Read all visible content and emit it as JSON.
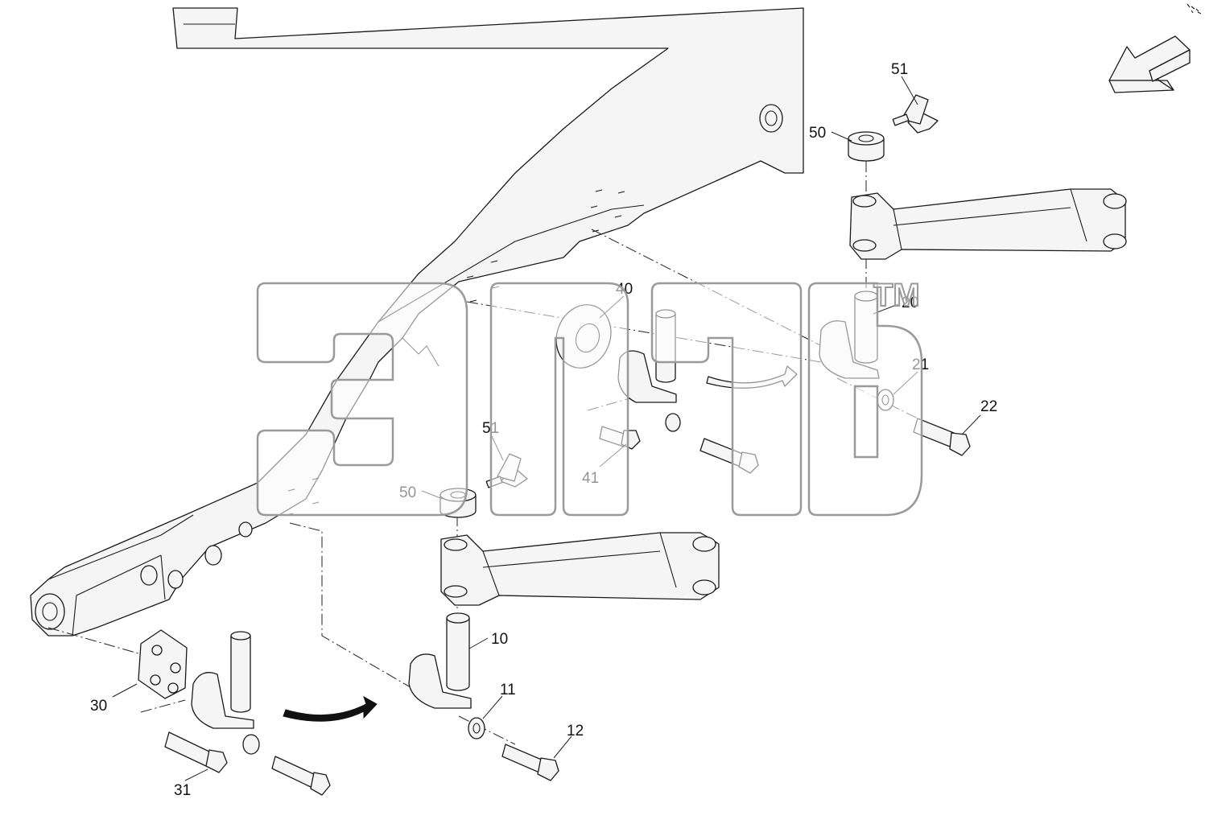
{
  "diagram": {
    "callouts": [
      "51",
      "50",
      "40",
      "20",
      "21",
      "22",
      "41",
      "51",
      "50",
      "10",
      "11",
      "12",
      "30",
      "31"
    ],
    "watermark": "элг",
    "trademark": "TM",
    "colors": {
      "line": "#1a1a1a",
      "part_fill": "#f4f4f4",
      "watermark_fill": "#ffffff",
      "watermark_stroke": "#9a9a9a"
    }
  }
}
